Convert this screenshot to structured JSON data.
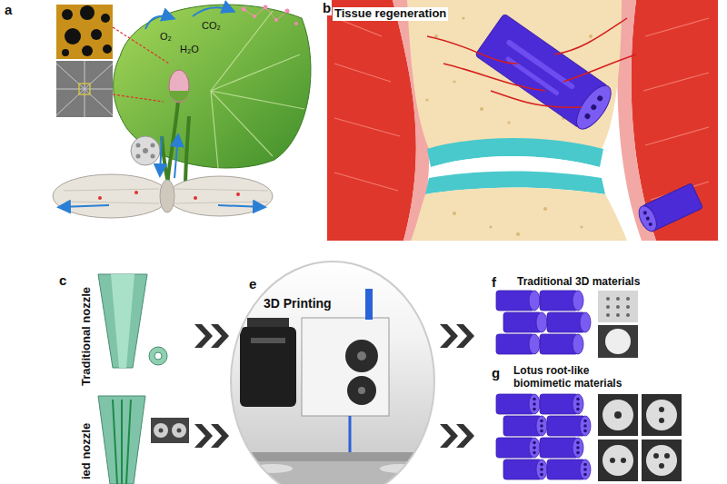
{
  "diagram": {
    "nodes": [
      {
        "text": [
          "c",
          "Traditional nozzle"
        ]
      },
      {
        "text": [
          "ied nozzle"
        ]
      },
      {
        "text": [
          "e",
          "3D Printing"
        ]
      },
      {
        "text": [
          "f",
          "Traditional 3D materials"
        ]
      },
      {
        "text": [
          "g",
          "Lotus root-like biomimetic materials"
        ]
      }
    ],
    "edges": [
      {
        "from": 0,
        "to": 2,
        "arrow": "to"
      },
      {
        "from": 1,
        "to": 2,
        "arrow": "to"
      },
      {
        "from": 2,
        "to": 3,
        "arrow": "to"
      },
      {
        "from": 2,
        "to": 4,
        "arrow": "to"
      }
    ],
    "labels": [
      "a",
      "O₂",
      "H₂O",
      "CO₂",
      "b",
      "Tissue regeneration"
    ]
  }
}
